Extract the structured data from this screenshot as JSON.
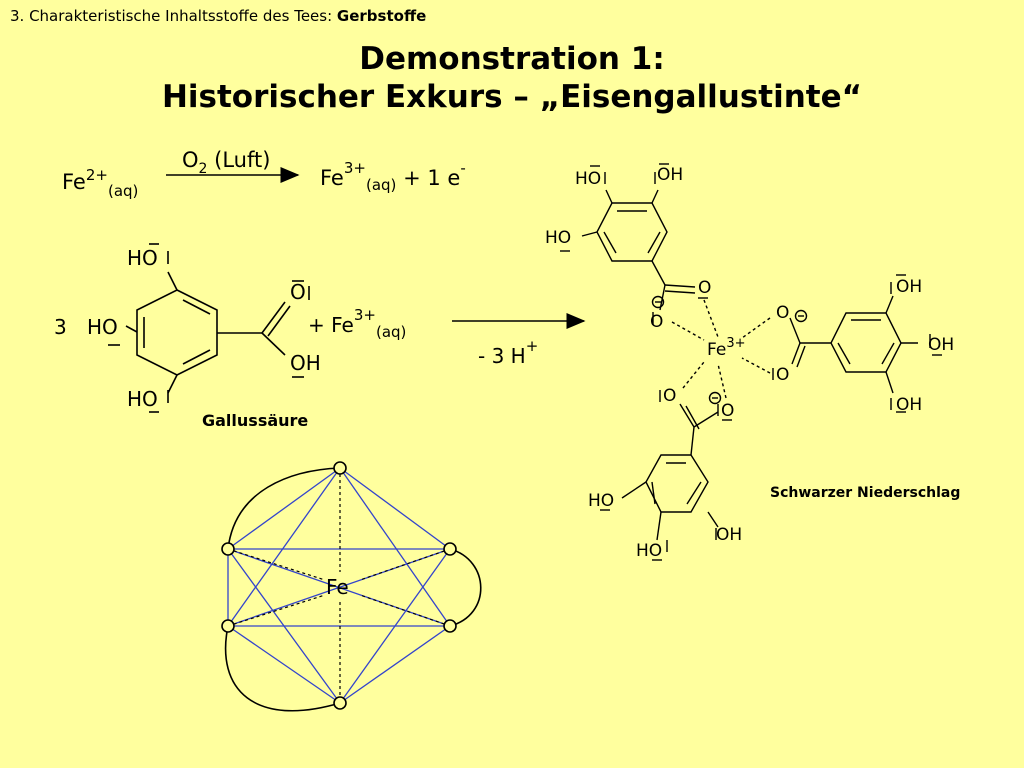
{
  "header": {
    "prefix": "3. Charakteristische Inhaltsstoffe des Tees: ",
    "topic": "Gerbstoffe"
  },
  "title": {
    "line1": "Demonstration 1:",
    "line2": "Historischer Exkurs – „Eisengallustinte“"
  },
  "reaction1": {
    "reactant": "Fe",
    "reactant_charge": "2+",
    "reactant_state": "(aq)",
    "condition_o": "O",
    "condition_sub": "2",
    "condition_rest": " (Luft)",
    "product": "Fe",
    "product_charge": "3+",
    "product_state": "(aq)",
    "product_rest": " + 1 e",
    "electron_charge": "-"
  },
  "reaction2": {
    "coefficient": "3",
    "plus_fe": "+ Fe",
    "fe_charge": "3+",
    "fe_state": "(aq)",
    "byproduct": "- 3 H",
    "byproduct_charge": "+"
  },
  "gallic_acid": {
    "ho_top": "HO",
    "ho_mid": "HO",
    "ho_bot": "HO",
    "carbonyl_o": "O",
    "acid_oh": "OH",
    "name": "Gallussäure"
  },
  "complex": {
    "center": "Fe",
    "center_charge": "3+",
    "ho": "HO",
    "oh": "OH",
    "o": "O",
    "precipitate": "Schwarzer Niederschlag"
  },
  "octahedron": {
    "center": "Fe"
  },
  "colors": {
    "background": "#FFFF9E",
    "octahedron_edges": "#3344CC"
  }
}
